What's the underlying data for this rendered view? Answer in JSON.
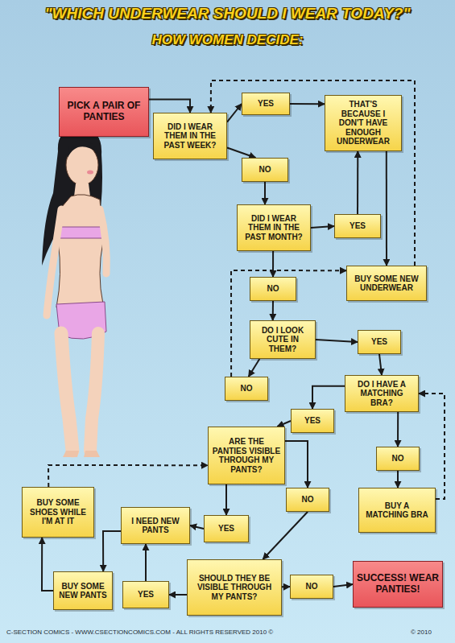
{
  "diagram": {
    "title": "\"WHICH UNDERWEAR SHOULD I WEAR TODAY?\"",
    "nodes": [
      {
        "text": [
          "PICK A PAIR OF PANTIES"
        ]
      },
      {
        "text": [
          "DID I WEAR THEM IN THE PAST WEEK?"
        ]
      },
      {
        "text": [
          "YES"
        ]
      },
      {
        "text": [
          "THAT'S BECAUSE I DON'T HAVE ENOUGH UNDERWEAR"
        ]
      },
      {
        "text": [
          "NO"
        ]
      },
      {
        "text": [
          "DID I WEAR THEM IN THE PAST MONTH?"
        ]
      },
      {
        "text": [
          "YES"
        ]
      },
      {
        "text": [
          "BUY SOME NEW UNDERWEAR"
        ]
      },
      {
        "text": [
          "NO"
        ]
      },
      {
        "text": [
          "DO I LOOK CUTE IN THEM?"
        ]
      },
      {
        "text": [
          "YES"
        ]
      },
      {
        "text": [
          "NO"
        ]
      },
      {
        "text": [
          "DO I HAVE A MATCHING BRA?"
        ]
      },
      {
        "text": [
          "YES"
        ]
      },
      {
        "text": [
          "ARE THE PANTIES VISIBLE THROUGH MY PANTS?"
        ]
      },
      {
        "text": [
          "NO"
        ]
      },
      {
        "text": [
          "BUY A MATCHING BRA"
        ]
      },
      {
        "text": [
          "NO"
        ]
      },
      {
        "text": [
          "BUY SOME SHOES WHILE I'M AT IT"
        ]
      },
      {
        "text": [
          "I NEED NEW PANTS"
        ]
      },
      {
        "text": [
          "YES"
        ]
      },
      {
        "text": [
          "SHOULD THEY BE VISIBLE THROUGH MY PANTS?"
        ]
      },
      {
        "text": [
          "BUY SOME NEW PANTS"
        ]
      },
      {
        "text": [
          "YES"
        ]
      },
      {
        "text": [
          "NO"
        ]
      },
      {
        "text": [
          "SUCCESS! WEAR PANTIES!"
        ]
      }
    ],
    "edges": [
      {
        "from": 0,
        "to": 1,
        "arrow": "to"
      },
      {
        "from": 1,
        "to": 2,
        "arrow": "to"
      },
      {
        "from": 2,
        "to": 3,
        "arrow": "to"
      },
      {
        "from": 1,
        "to": 4,
        "arrow": "to"
      },
      {
        "from": 4,
        "to": 5,
        "arrow": "to"
      },
      {
        "from": 5,
        "to": 6,
        "arrow": "to"
      },
      {
        "from": 5,
        "to": 8,
        "arrow": "to"
      },
      {
        "from": 6,
        "to": 3,
        "arrow": "to"
      },
      {
        "from": 3,
        "to": 7,
        "arrow": "to"
      },
      {
        "from": 7,
        "to": 1,
        "arrow": "to"
      },
      {
        "from": 8,
        "to": 9,
        "arrow": "to"
      },
      {
        "from": 9,
        "to": 10,
        "arrow": "to"
      },
      {
        "from": 9,
        "to": 11,
        "arrow": "to"
      },
      {
        "from": 11,
        "to": 7,
        "arrow": "to"
      },
      {
        "from": 10,
        "to": 12,
        "arrow": "to"
      },
      {
        "from": 12,
        "to": 13,
        "arrow": "to"
      },
      {
        "from": 13,
        "to": 14,
        "arrow": "to"
      },
      {
        "from": 12,
        "to": 15,
        "arrow": "to"
      },
      {
        "from": 15,
        "to": 16,
        "arrow": "to"
      },
      {
        "from": 16,
        "to": 12,
        "arrow": "to"
      },
      {
        "from": 14,
        "to": 17,
        "arrow": "to"
      },
      {
        "from": 14,
        "to": 20,
        "arrow": "to"
      },
      {
        "from": 20,
        "to": 19,
        "arrow": "to"
      },
      {
        "from": 19,
        "to": 22,
        "arrow": "to"
      },
      {
        "from": 17,
        "to": 21,
        "arrow": "to"
      },
      {
        "from": 21,
        "to": 23,
        "arrow": "to"
      },
      {
        "from": 23,
        "to": 19,
        "arrow": "to"
      },
      {
        "from": 21,
        "to": 24,
        "arrow": "to"
      },
      {
        "from": 24,
        "to": 25,
        "arrow": "to"
      },
      {
        "from": 22,
        "to": 18,
        "arrow": "to"
      },
      {
        "from": 18,
        "to": 14,
        "arrow": "to"
      }
    ],
    "labels": [
      "HOW WOMEN DECIDE:",
      "C-SECTION COMICS - WWW.CSECTIONCOMICS.COM - ALL RIGHTS RESERVED 2010 ©",
      "© 2010"
    ]
  }
}
